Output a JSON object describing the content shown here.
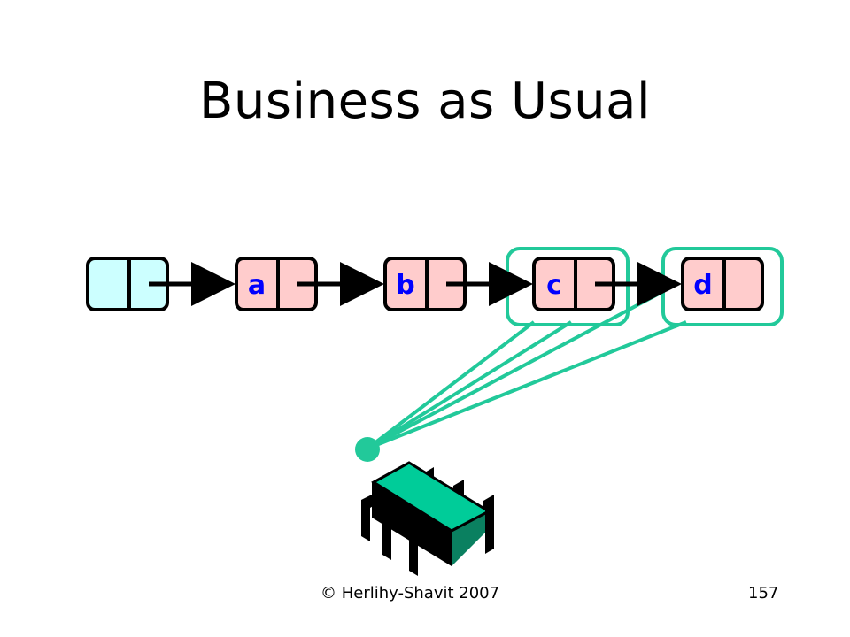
{
  "slide": {
    "title": "Business as Usual",
    "footer_left": "© Herlihy-Shavit 2007",
    "footer_right": "157"
  },
  "list": {
    "nodes": [
      {
        "label": "",
        "fill": "#ccffff"
      },
      {
        "label": "a",
        "fill": "#ffcccc"
      },
      {
        "label": "b",
        "fill": "#ffcccc"
      },
      {
        "label": "c",
        "fill": "#ffcccc"
      },
      {
        "label": "d",
        "fill": "#ffcccc"
      }
    ],
    "label_color": "#0000ff"
  },
  "colors": {
    "highlight": "#22c99a",
    "chip": "#00cc99",
    "arrow": "#000000"
  },
  "icons": {
    "thread": "chip-icon"
  }
}
